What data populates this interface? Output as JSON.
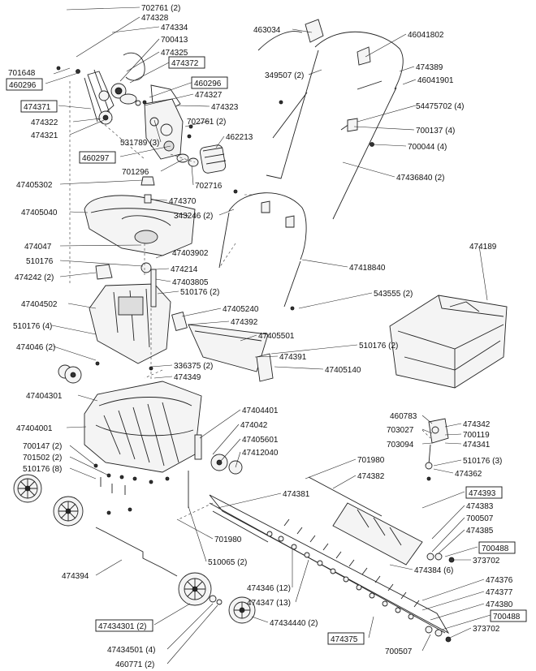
{
  "labels": [
    {
      "id": "l1",
      "text": "702761 (2)"
    },
    {
      "id": "l2",
      "text": "474328"
    },
    {
      "id": "l3",
      "text": "474334"
    },
    {
      "id": "l4",
      "text": "700413"
    },
    {
      "id": "l5",
      "text": "474325"
    },
    {
      "id": "l6",
      "text": "474372"
    },
    {
      "id": "l7",
      "text": "701648"
    },
    {
      "id": "l8",
      "text": "460296"
    },
    {
      "id": "l9",
      "text": "460296"
    },
    {
      "id": "l10",
      "text": "474327"
    },
    {
      "id": "l11",
      "text": "474371"
    },
    {
      "id": "l12",
      "text": "474323"
    },
    {
      "id": "l13",
      "text": "474322"
    },
    {
      "id": "l14",
      "text": "702761 (2)"
    },
    {
      "id": "l15",
      "text": "474321"
    },
    {
      "id": "l16",
      "text": "531789 (3)"
    },
    {
      "id": "l17",
      "text": "462213"
    },
    {
      "id": "l18",
      "text": "460297"
    },
    {
      "id": "l19",
      "text": "701296"
    },
    {
      "id": "l20",
      "text": "702716"
    },
    {
      "id": "l21",
      "text": "463034"
    },
    {
      "id": "l22",
      "text": "46041802"
    },
    {
      "id": "l23",
      "text": "474389"
    },
    {
      "id": "l24",
      "text": "349507 (2)"
    },
    {
      "id": "l25",
      "text": "46041901"
    },
    {
      "id": "l26",
      "text": "54475702 (4)"
    },
    {
      "id": "l27",
      "text": "700137 (4)"
    },
    {
      "id": "l28",
      "text": "700044 (4)"
    },
    {
      "id": "l29",
      "text": "47436840 (2)"
    },
    {
      "id": "l30",
      "text": "47405302"
    },
    {
      "id": "l31",
      "text": "474370"
    },
    {
      "id": "l32",
      "text": "343246 (2)"
    },
    {
      "id": "l33",
      "text": "47405040"
    },
    {
      "id": "l34",
      "text": "474189"
    },
    {
      "id": "l35",
      "text": "474047"
    },
    {
      "id": "l36",
      "text": "47403902"
    },
    {
      "id": "l37",
      "text": "510176"
    },
    {
      "id": "l38",
      "text": "474214"
    },
    {
      "id": "l39",
      "text": "474242 (2)"
    },
    {
      "id": "l40",
      "text": "47403805"
    },
    {
      "id": "l41",
      "text": "510176 (2)"
    },
    {
      "id": "l42",
      "text": "47418840"
    },
    {
      "id": "l43",
      "text": "543555 (2)"
    },
    {
      "id": "l44",
      "text": "47404502"
    },
    {
      "id": "l45",
      "text": "47405240"
    },
    {
      "id": "l46",
      "text": "510176 (4)"
    },
    {
      "id": "l47",
      "text": "474392"
    },
    {
      "id": "l48",
      "text": "47405501"
    },
    {
      "id": "l49",
      "text": "474046 (2)"
    },
    {
      "id": "l50",
      "text": "510176 (2)"
    },
    {
      "id": "l51",
      "text": "474391"
    },
    {
      "id": "l52",
      "text": "336375 (2)"
    },
    {
      "id": "l53",
      "text": "474349"
    },
    {
      "id": "l54",
      "text": "47405140"
    },
    {
      "id": "l55",
      "text": "47404301"
    },
    {
      "id": "l56",
      "text": "47404401"
    },
    {
      "id": "l57",
      "text": "47404001"
    },
    {
      "id": "l58",
      "text": "474042"
    },
    {
      "id": "l59",
      "text": "460783"
    },
    {
      "id": "l60",
      "text": "474342"
    },
    {
      "id": "l61",
      "text": "703027"
    },
    {
      "id": "l62",
      "text": "700119"
    },
    {
      "id": "l63",
      "text": "703094"
    },
    {
      "id": "l64",
      "text": "474341"
    },
    {
      "id": "l65",
      "text": "700147 (2)"
    },
    {
      "id": "l66",
      "text": "47405601"
    },
    {
      "id": "l67",
      "text": "701502 (2)"
    },
    {
      "id": "l68",
      "text": "47412040"
    },
    {
      "id": "l69",
      "text": "510176 (3)"
    },
    {
      "id": "l70",
      "text": "510176 (8)"
    },
    {
      "id": "l71",
      "text": "474362"
    },
    {
      "id": "l72",
      "text": "701980"
    },
    {
      "id": "l73",
      "text": "474382"
    },
    {
      "id": "l74",
      "text": "474381"
    },
    {
      "id": "l75",
      "text": "474393"
    },
    {
      "id": "l76",
      "text": "474383"
    },
    {
      "id": "l77",
      "text": "700507"
    },
    {
      "id": "l78",
      "text": "474385"
    },
    {
      "id": "l79",
      "text": "700488"
    },
    {
      "id": "l80",
      "text": "373702"
    },
    {
      "id": "l81",
      "text": "701980"
    },
    {
      "id": "l82",
      "text": "474394"
    },
    {
      "id": "l83",
      "text": "510065 (2)"
    },
    {
      "id": "l84",
      "text": "474384 (6)"
    },
    {
      "id": "l85",
      "text": "474346 (12)"
    },
    {
      "id": "l86",
      "text": "474376"
    },
    {
      "id": "l87",
      "text": "474347 (13)"
    },
    {
      "id": "l88",
      "text": "474377"
    },
    {
      "id": "l89",
      "text": "474380"
    },
    {
      "id": "l90",
      "text": "700488"
    },
    {
      "id": "l91",
      "text": "47434301 (2)"
    },
    {
      "id": "l92",
      "text": "47434440 (2)"
    },
    {
      "id": "l93",
      "text": "373702"
    },
    {
      "id": "l94",
      "text": "474375"
    },
    {
      "id": "l95",
      "text": "47434501 (4)"
    },
    {
      "id": "l96",
      "text": "700507"
    },
    {
      "id": "l97",
      "text": "460771 (2)"
    }
  ]
}
